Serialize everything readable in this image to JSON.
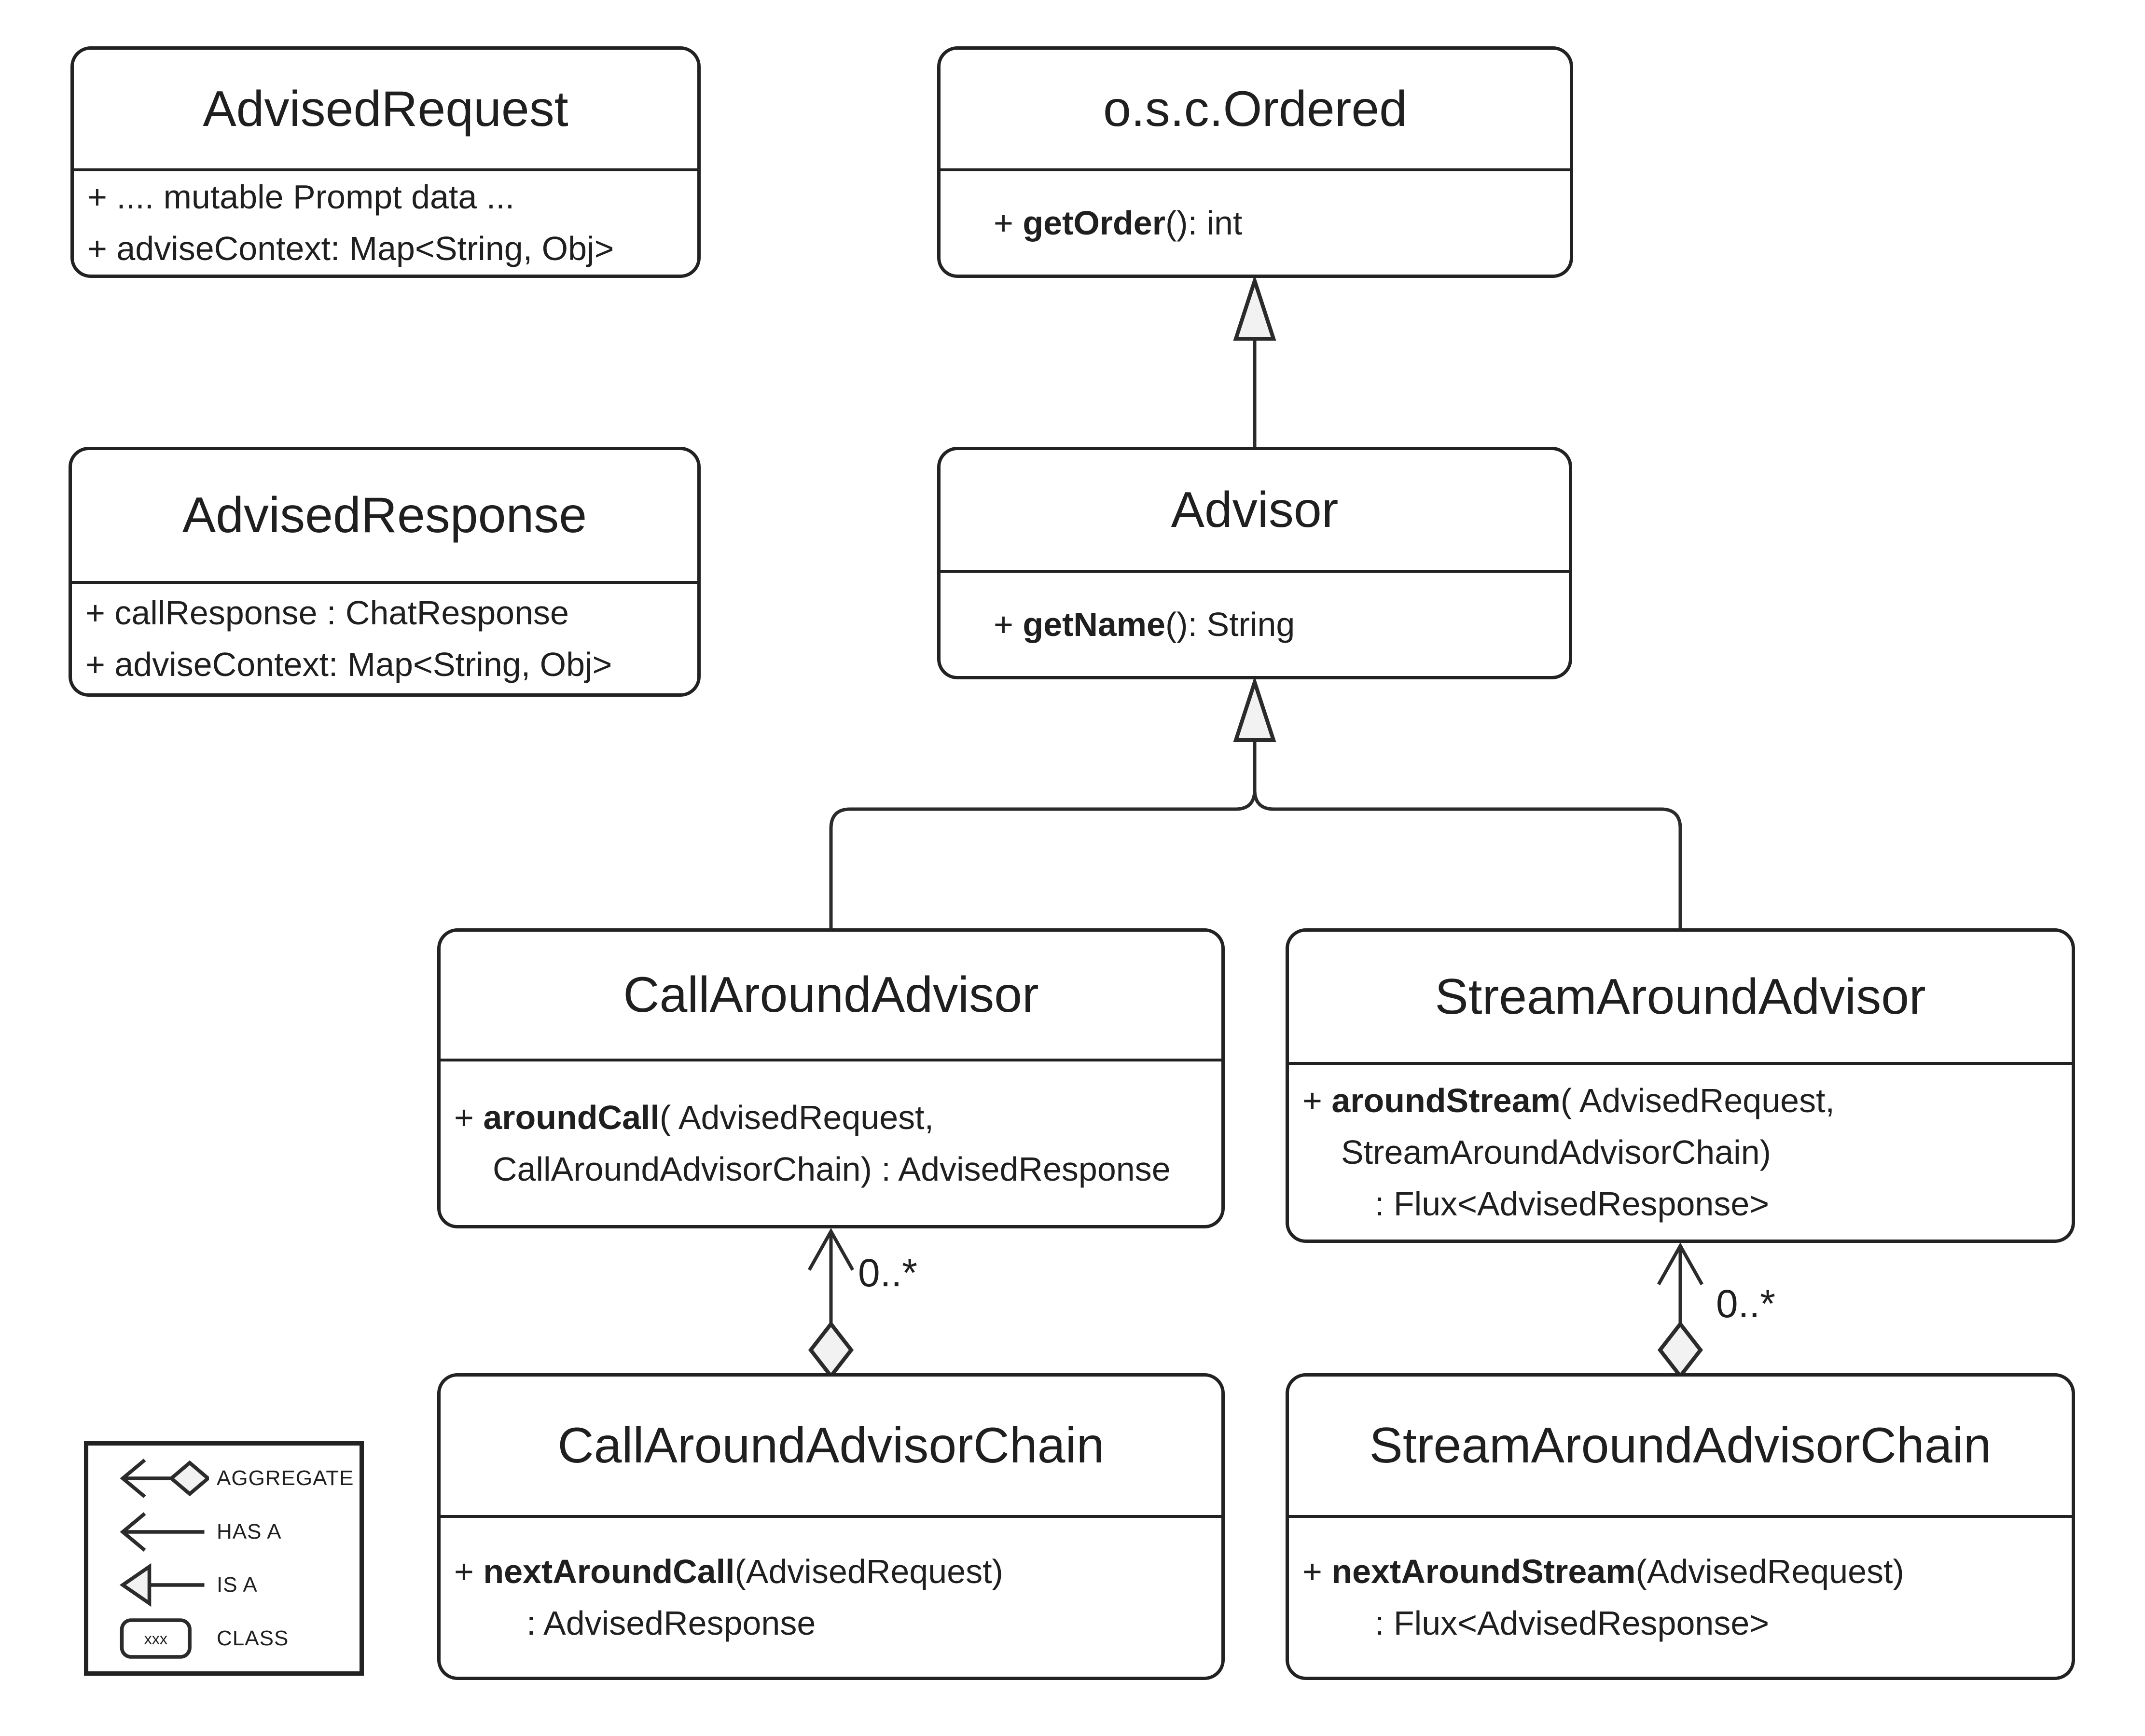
{
  "colors": {
    "background": "#ffffff",
    "line": "#2b2b2b",
    "border": "#222222",
    "shape_fill": "#f2f2f2",
    "text": "#1f1f1f"
  },
  "classes": {
    "advised_request": {
      "title": "AdvisedRequest",
      "lines": [
        {
          "pre": "+ .... mutable Prompt data ...",
          "bold": "",
          "post": ""
        },
        {
          "pre": "+ adviseContext: Map<String, Obj>",
          "bold": "",
          "post": ""
        }
      ]
    },
    "ordered": {
      "title": "o.s.c.Ordered",
      "lines": [
        {
          "pre": "+ ",
          "bold": "getOrder",
          "post": "(): int"
        }
      ]
    },
    "advised_response": {
      "title": "AdvisedResponse",
      "lines": [
        {
          "pre": "+ callResponse : ChatResponse",
          "bold": "",
          "post": ""
        },
        {
          "pre": "+ adviseContext: Map<String, Obj>",
          "bold": "",
          "post": ""
        }
      ]
    },
    "advisor": {
      "title": "Advisor",
      "lines": [
        {
          "pre": "+ ",
          "bold": "getName",
          "post": "(): String"
        }
      ]
    },
    "call_around_advisor": {
      "title": "CallAroundAdvisor",
      "lines": [
        {
          "pre": "+ ",
          "bold": "aroundCall",
          "post": "( AdvisedRequest,"
        },
        {
          "pre": "CallAroundAdvisorChain) : AdvisedResponse",
          "bold": "",
          "post": ""
        }
      ]
    },
    "stream_around_advisor": {
      "title": "StreamAroundAdvisor",
      "lines": [
        {
          "pre": "+ ",
          "bold": "aroundStream",
          "post": "( AdvisedRequest,"
        },
        {
          "pre": "StreamAroundAdvisorChain)",
          "bold": "",
          "post": ""
        },
        {
          "pre": ": Flux<AdvisedResponse>",
          "bold": "",
          "post": ""
        }
      ]
    },
    "call_around_advisor_chain": {
      "title": "CallAroundAdvisorChain",
      "lines": [
        {
          "pre": "+ ",
          "bold": "nextAroundCall",
          "post": "(AdvisedRequest)"
        },
        {
          "pre": ": AdvisedResponse",
          "bold": "",
          "post": ""
        }
      ]
    },
    "stream_around_advisor_chain": {
      "title": "StreamAroundAdvisorChain",
      "lines": [
        {
          "pre": "+ ",
          "bold": "nextAroundStream",
          "post": "(AdvisedRequest)"
        },
        {
          "pre": ": Flux<AdvisedResponse>",
          "bold": "",
          "post": ""
        }
      ]
    }
  },
  "relations": {
    "call_multiplicity": "0..*",
    "stream_multiplicity": "0..*"
  },
  "legend": {
    "aggregate": "AGGREGATE",
    "has_a": "HAS A",
    "is_a": "IS A",
    "class": "CLASS",
    "class_sample": "xxx"
  }
}
